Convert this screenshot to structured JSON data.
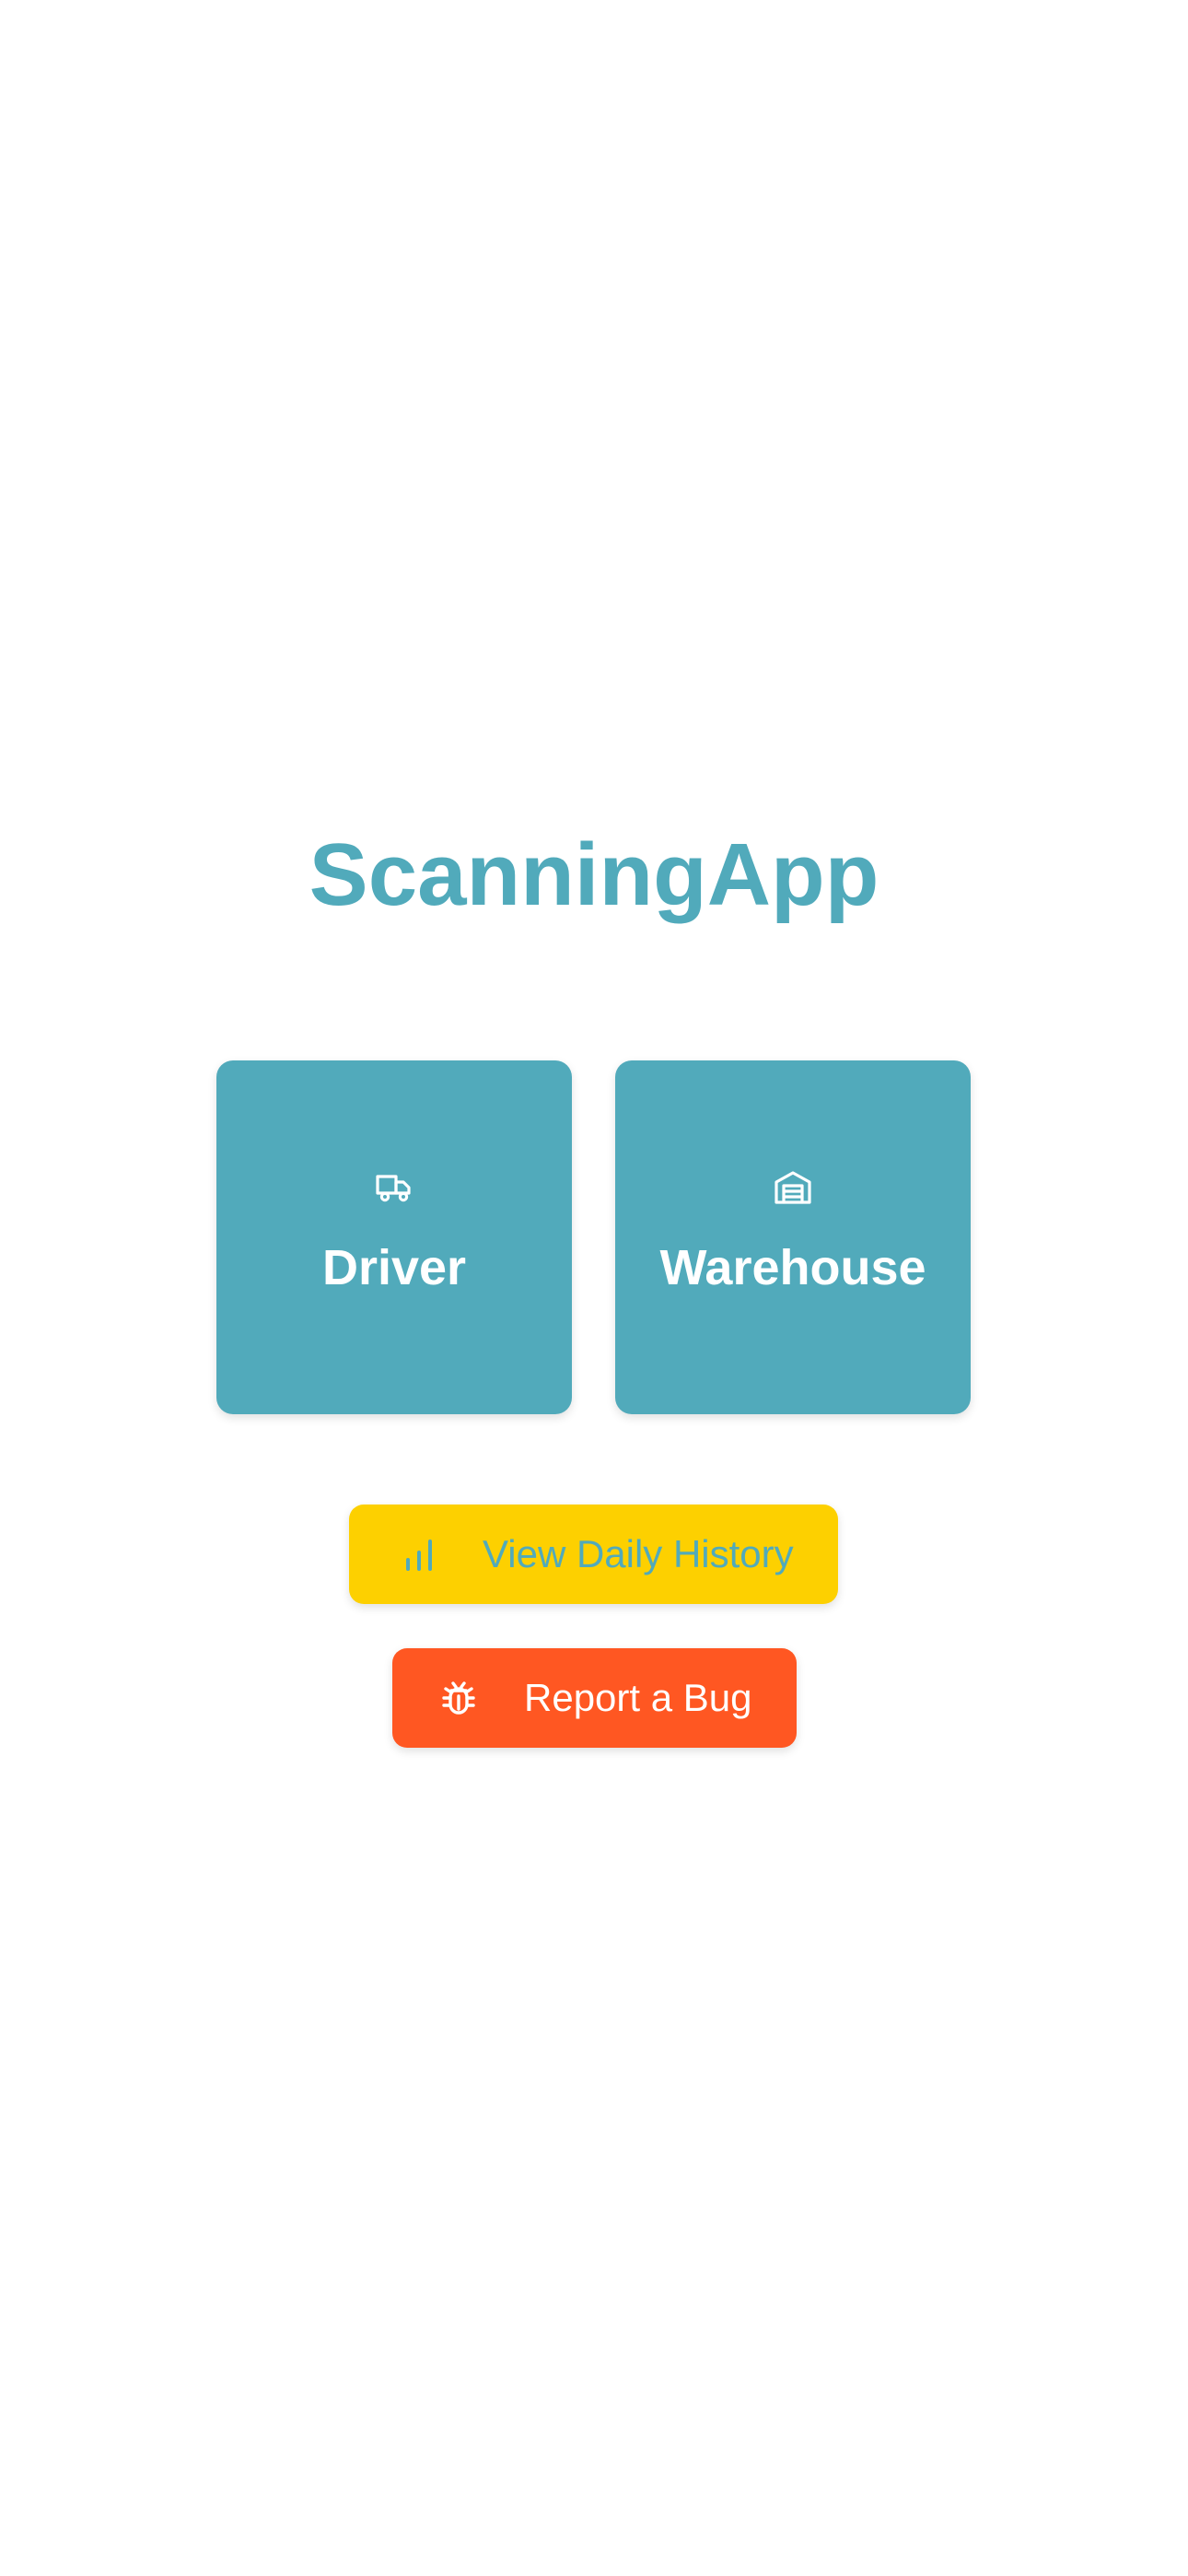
{
  "app": {
    "title": "ScanningApp"
  },
  "roles": [
    {
      "label": "Driver",
      "icon": "truck-icon"
    },
    {
      "label": "Warehouse",
      "icon": "warehouse-icon"
    }
  ],
  "actions": {
    "history": {
      "label": "View Daily History",
      "icon": "bar-chart-icon"
    },
    "bug": {
      "label": "Report a Bug",
      "icon": "bug-icon"
    }
  },
  "colors": {
    "primary": "#51aabb",
    "history_bg": "#fdd000",
    "bug_bg": "#ff5722",
    "on_primary": "#ffffff"
  }
}
